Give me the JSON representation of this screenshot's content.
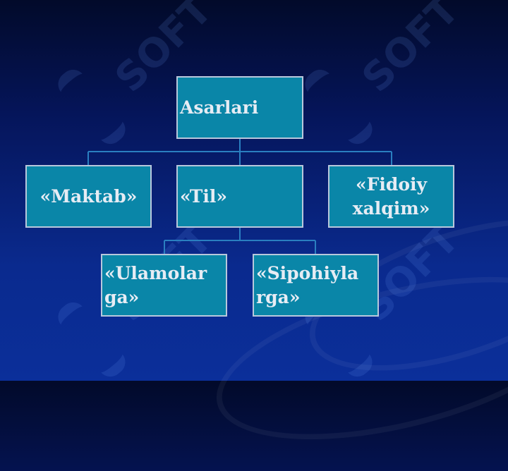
{
  "diagram": {
    "root": {
      "label": "Asarlari"
    },
    "level2": [
      {
        "label": "«Maktab»"
      },
      {
        "label": "«Til»"
      },
      {
        "label": "«Fidoiy xalqim»"
      }
    ],
    "level3": [
      {
        "label": "«Ulamolar ga»"
      },
      {
        "label": "«Sipohiyla rga»"
      }
    ]
  },
  "watermark": {
    "text": "SOFT"
  },
  "colors": {
    "box_fill": "#0a86a8",
    "box_border": "#b8c8dc",
    "connector": "#2a7fc0",
    "text": "#e6ecf4"
  }
}
